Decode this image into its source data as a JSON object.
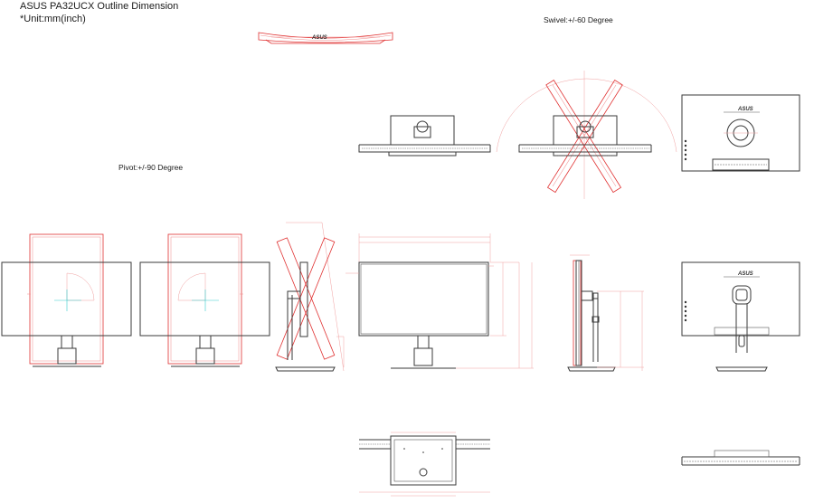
{
  "header": {
    "title": "ASUS PA32UCX Outline Dimension",
    "unit": "*Unit:mm(inch)"
  },
  "labels": {
    "swivel": "Swivel:+/-60 Degree",
    "pivot": "Pivot:+/-90 Degree"
  },
  "brand": {
    "logo_text": "ASUS"
  },
  "colors": {
    "outline": "#3a3a3a",
    "motion_overlay": "#e03030",
    "dimension_lines": "#f0a0a0",
    "center_lines": "#33cccc",
    "background": "#ffffff"
  }
}
